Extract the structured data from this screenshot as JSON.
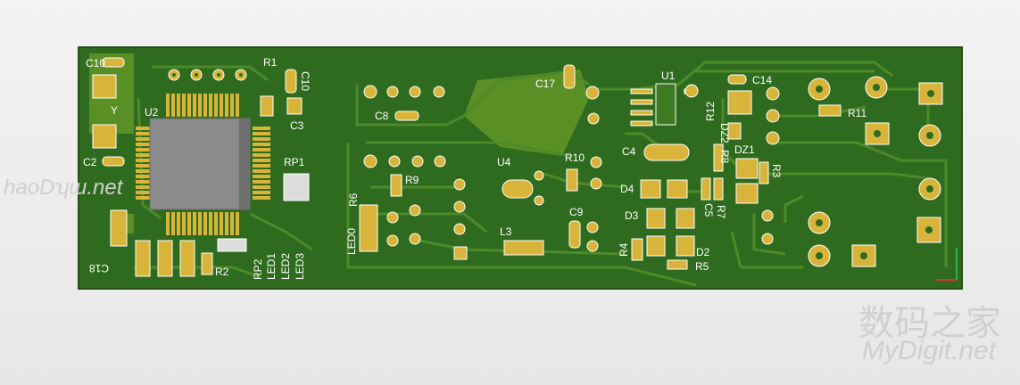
{
  "colors": {
    "board": "#2f6b1f",
    "board_edge": "#274f18",
    "trace": "#4f8f2a",
    "copper_pour": "#6a9e2c",
    "pad": "#d8b53a",
    "silk": "#ffffff",
    "chip": "#8f8f8f",
    "background": "#eeeeee"
  },
  "labels": {
    "C10": "C10",
    "C2": "C2",
    "Y": "Y",
    "U2": "U2",
    "R1": "R1",
    "C10r": "C10",
    "C3": "C3",
    "RP1": "RP1",
    "C18": "C18",
    "R2": "R2",
    "RP2": "RP2",
    "LED1": "LED1",
    "LED2": "LED2",
    "LED3": "LED3",
    "C8": "C8",
    "C17": "C17",
    "R6": "R6",
    "R9": "R9",
    "LED0": "LED0",
    "U4": "U4",
    "L3": "L3",
    "R10": "R10",
    "C9": "C9",
    "U1": "U1",
    "C14": "C14",
    "R12": "R12",
    "C4": "C4",
    "DZ2": "DZ2",
    "R8": "R8",
    "DZ1": "DZ1",
    "R3": "R3",
    "D4": "D4",
    "D3": "D3",
    "C5": "C5",
    "R7": "R7",
    "R4": "R4",
    "D2": "D2",
    "R5": "R5",
    "R11": "R11"
  },
  "watermarks": {
    "left": "haoDʮɯ.net",
    "cn": "数码之家",
    "site": "MyDigit.net"
  }
}
